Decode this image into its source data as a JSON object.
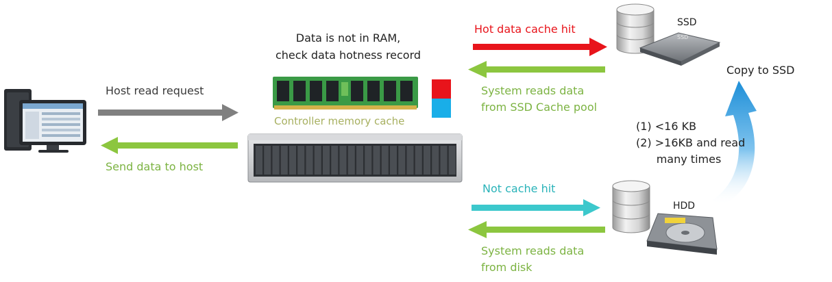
{
  "labels": {
    "ram_note_line1": "Data is not in RAM,",
    "ram_note_line2": "check data hotness record",
    "host_read_request": "Host read request",
    "send_data_to_host": "Send data to host",
    "controller_memory_cache": "Controller memory cache",
    "hot_data_cache_hit": "Hot data cache hit",
    "system_reads_ssd_line1": "System reads data",
    "system_reads_ssd_line2": "from SSD Cache pool",
    "ssd": "SSD",
    "ssd_drive_label": "SSD",
    "copy_to_ssd": "Copy to SSD",
    "condition_1": "(1) <16 KB",
    "condition_2_line1": "(2) >16KB and read",
    "condition_2_line2": "many times",
    "not_cache_hit": "Not cache hit",
    "hdd": "HDD",
    "system_reads_disk_line1": "System reads data",
    "system_reads_disk_line2": "from disk"
  },
  "icons": {
    "host": "desktop-computer-icon",
    "ram": "ram-module-icon",
    "hotness": "hotness-record-icon",
    "storage": "storage-array-icon",
    "ssd": "ssd-database-icon",
    "hdd": "hdd-database-icon"
  },
  "colors": {
    "request_arrow": "#808080",
    "response_arrow": "#8cc63f",
    "hot_hit_arrow": "#e8141b",
    "not_hit_arrow": "#3cc8cc",
    "copy_arrow": "#1e8fd8",
    "hot_block": "#e8141b",
    "cold_block": "#19aee8"
  }
}
